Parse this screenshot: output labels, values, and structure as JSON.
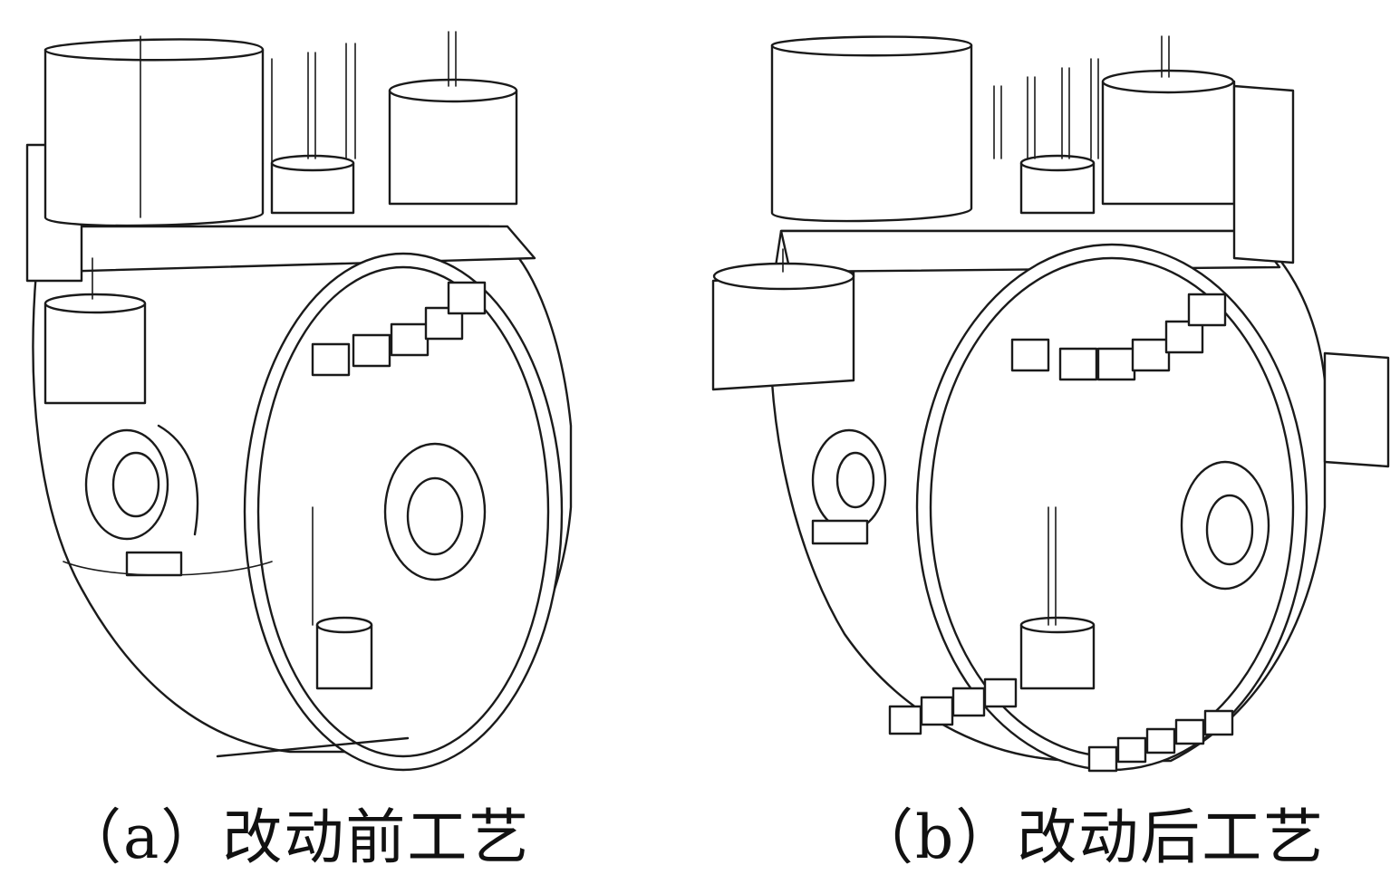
{
  "figure": {
    "panels": [
      {
        "id": "a",
        "caption": "（a）改动前工艺"
      },
      {
        "id": "b",
        "caption": "（b）改动后工艺"
      }
    ]
  }
}
